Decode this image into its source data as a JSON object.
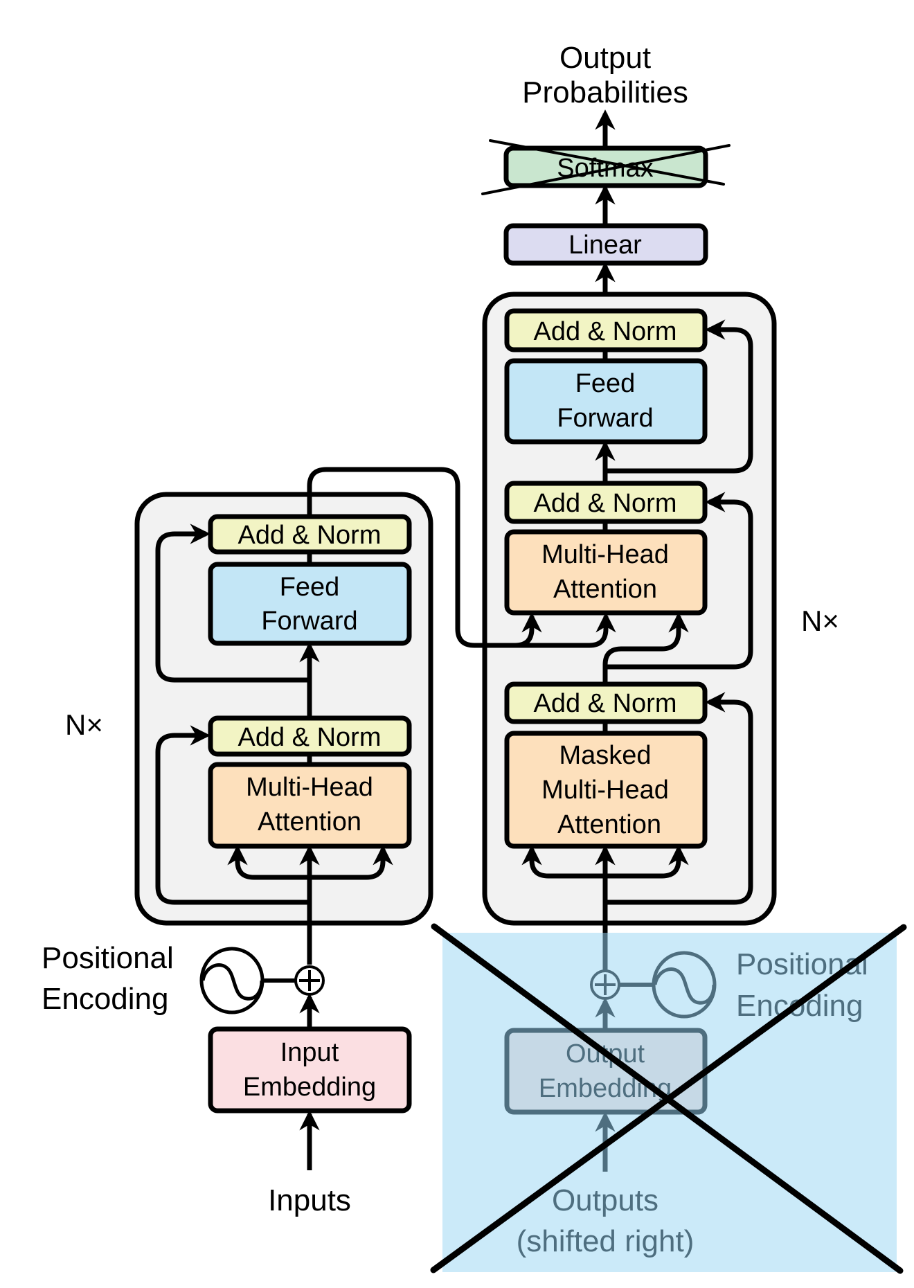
{
  "title": "Transformer model architecture (decoder inputs and softmax crossed out)",
  "colors": {
    "add_norm": "#f2f4c4",
    "feed_forward": "#c3e6f6",
    "attention": "#fde0bc",
    "input_embedding": "#fbdfe2",
    "linear": "#dcdcf1",
    "softmax": "#c9e6cf",
    "stack_bg": "#f2f2f2",
    "crossed_overlay": "#cbeaf9",
    "ghost": "#4e6e7f"
  },
  "top": {
    "output_line1": "Output",
    "output_line2": "Probabilities",
    "softmax": "Softmax",
    "softmax_crossed_out": true,
    "linear": "Linear"
  },
  "encoder": {
    "repeat_label": "N×",
    "add_norm_top": "Add & Norm",
    "feed_forward_line1": "Feed",
    "feed_forward_line2": "Forward",
    "add_norm_bottom": "Add & Norm",
    "attention_line1": "Multi-Head",
    "attention_line2": "Attention",
    "positional_line1": "Positional",
    "positional_line2": "Encoding",
    "embedding_line1": "Input",
    "embedding_line2": "Embedding",
    "inputs_label": "Inputs"
  },
  "decoder": {
    "repeat_label": "N×",
    "add_norm_1": "Add & Norm",
    "feed_forward_line1": "Feed",
    "feed_forward_line2": "Forward",
    "add_norm_2": "Add & Norm",
    "cross_attention_line1": "Multi-Head",
    "cross_attention_line2": "Attention",
    "add_norm_3": "Add & Norm",
    "masked_line1": "Masked",
    "masked_line2": "Multi-Head",
    "masked_line3": "Attention",
    "positional_line1": "Positional",
    "positional_line2": "Encoding",
    "embedding_line1": "Output",
    "embedding_line2": "Embedding",
    "outputs_line1": "Outputs",
    "outputs_line2": "(shifted right)",
    "inputs_crossed_out": true
  }
}
